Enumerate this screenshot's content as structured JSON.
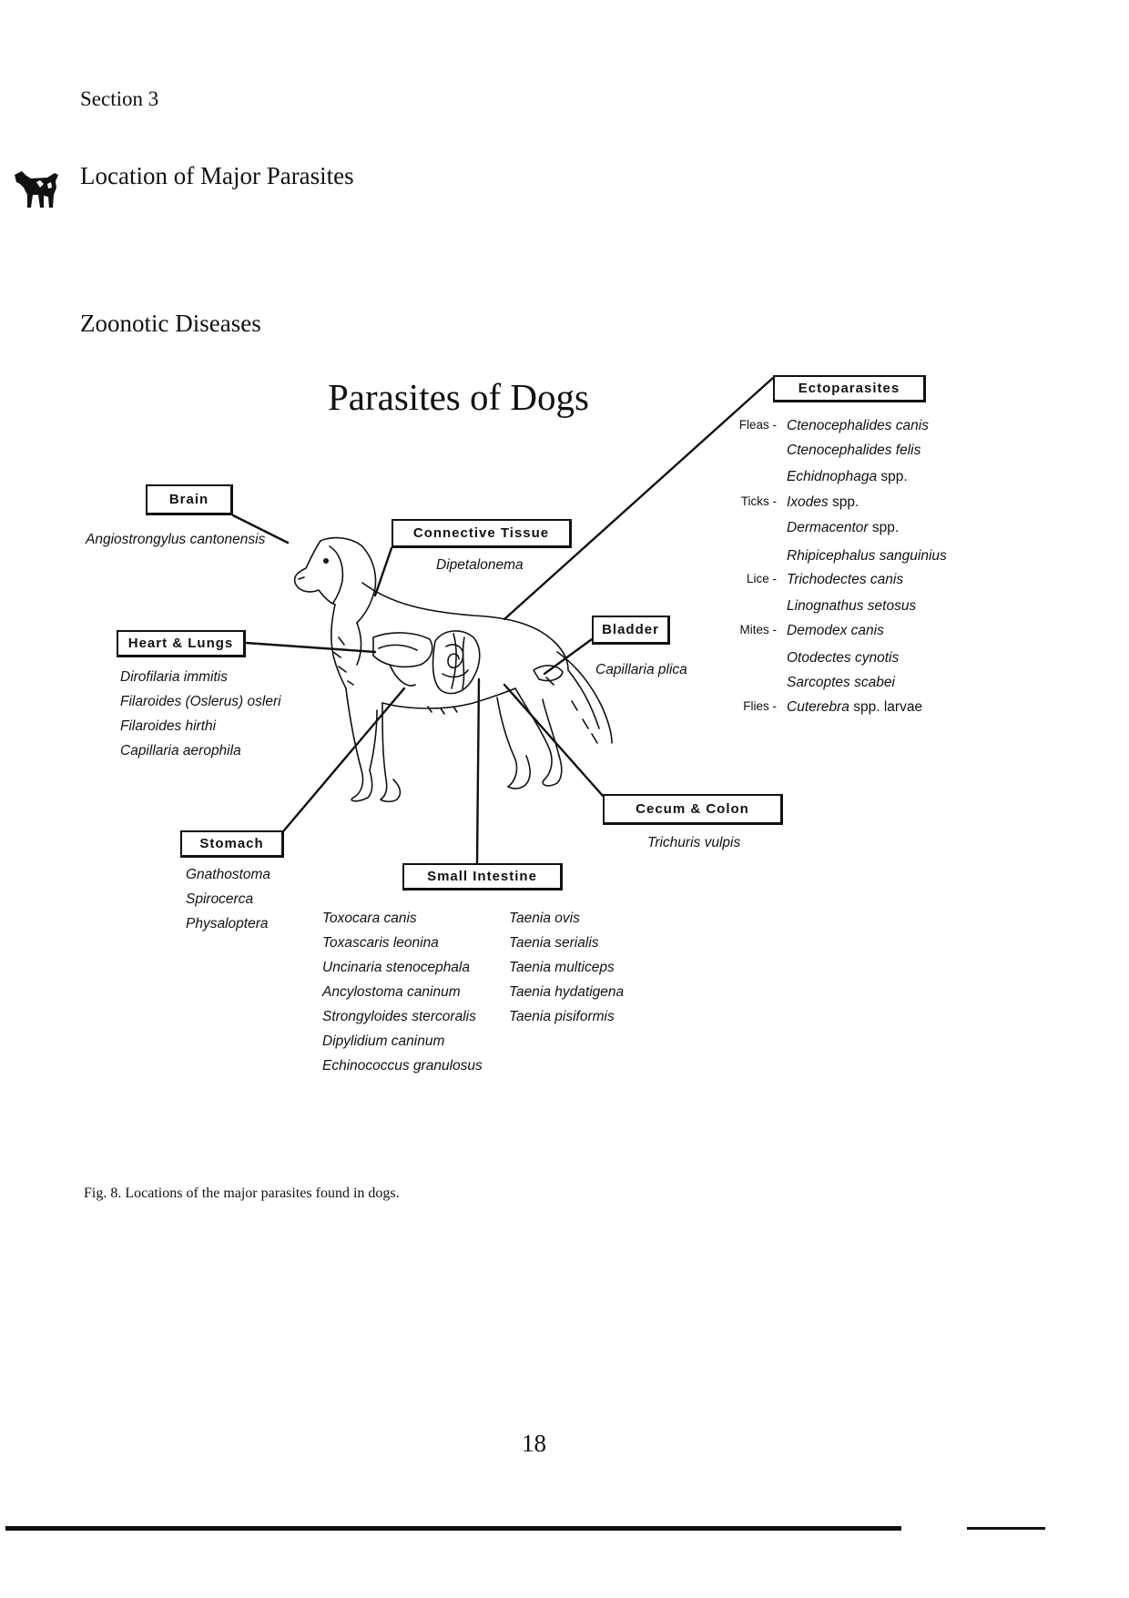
{
  "header": {
    "section_label": "Section 3",
    "page_heading": "Location of Major Parasites",
    "subheading": "Zoonotic Diseases"
  },
  "diagram": {
    "title": "Parasites of Dogs",
    "brain": {
      "label": "Brain",
      "parasites": [
        "Angiostrongylus cantonensis"
      ]
    },
    "connective_tissue": {
      "label": "Connective Tissue",
      "parasites": [
        "Dipetalonema"
      ]
    },
    "heart_lungs": {
      "label": "Heart & Lungs",
      "parasites": [
        "Dirofilaria immitis",
        "Filaroides (Oslerus) osleri",
        "Filaroides hirthi",
        "Capillaria aerophila"
      ]
    },
    "bladder": {
      "label": "Bladder",
      "parasites": [
        "Capillaria plica"
      ]
    },
    "cecum_colon": {
      "label": "Cecum & Colon",
      "parasites": [
        "Trichuris vulpis"
      ]
    },
    "stomach": {
      "label": "Stomach",
      "parasites": [
        "Gnathostoma",
        "Spirocerca",
        "Physaloptera"
      ]
    },
    "small_intestine": {
      "label": "Small Intestine",
      "parasites_col1": [
        "Toxocara canis",
        "Toxascaris leonina",
        "Uncinaria stenocephala",
        "Ancylostoma caninum",
        "Strongyloides stercoralis",
        "Dipylidium caninum",
        "Echinococcus granulosus"
      ],
      "parasites_col2": [
        "Taenia ovis",
        "Taenia serialis",
        "Taenia multiceps",
        "Taenia hydatigena",
        "Taenia pisiformis"
      ]
    },
    "ectoparasites": {
      "label": "Ectoparasites",
      "rows": [
        {
          "group": "Fleas -",
          "species": "Ctenocephalides canis",
          "suffix": ""
        },
        {
          "group": "",
          "species": "Ctenocephalides felis",
          "suffix": ""
        },
        {
          "group": "",
          "species": "Echidnophaga",
          "suffix": " spp."
        },
        {
          "group": "Ticks -",
          "species": "Ixodes",
          "suffix": " spp."
        },
        {
          "group": "",
          "species": "Dermacentor",
          "suffix": " spp."
        },
        {
          "group": "",
          "species": "Rhipicephalus sanguinius",
          "suffix": ""
        },
        {
          "group": "Lice -",
          "species": "Trichodectes canis",
          "suffix": ""
        },
        {
          "group": "",
          "species": "Linognathus setosus",
          "suffix": ""
        },
        {
          "group": "Mites -",
          "species": "Demodex canis",
          "suffix": ""
        },
        {
          "group": "",
          "species": "Otodectes cynotis",
          "suffix": ""
        },
        {
          "group": "",
          "species": "Sarcoptes scabei",
          "suffix": ""
        },
        {
          "group": "Flies -",
          "species": "Cuterebra",
          "suffix": " spp. larvae"
        }
      ]
    }
  },
  "caption": "Fig. 8. Locations of the major parasites found in dogs.",
  "page_number": "18"
}
